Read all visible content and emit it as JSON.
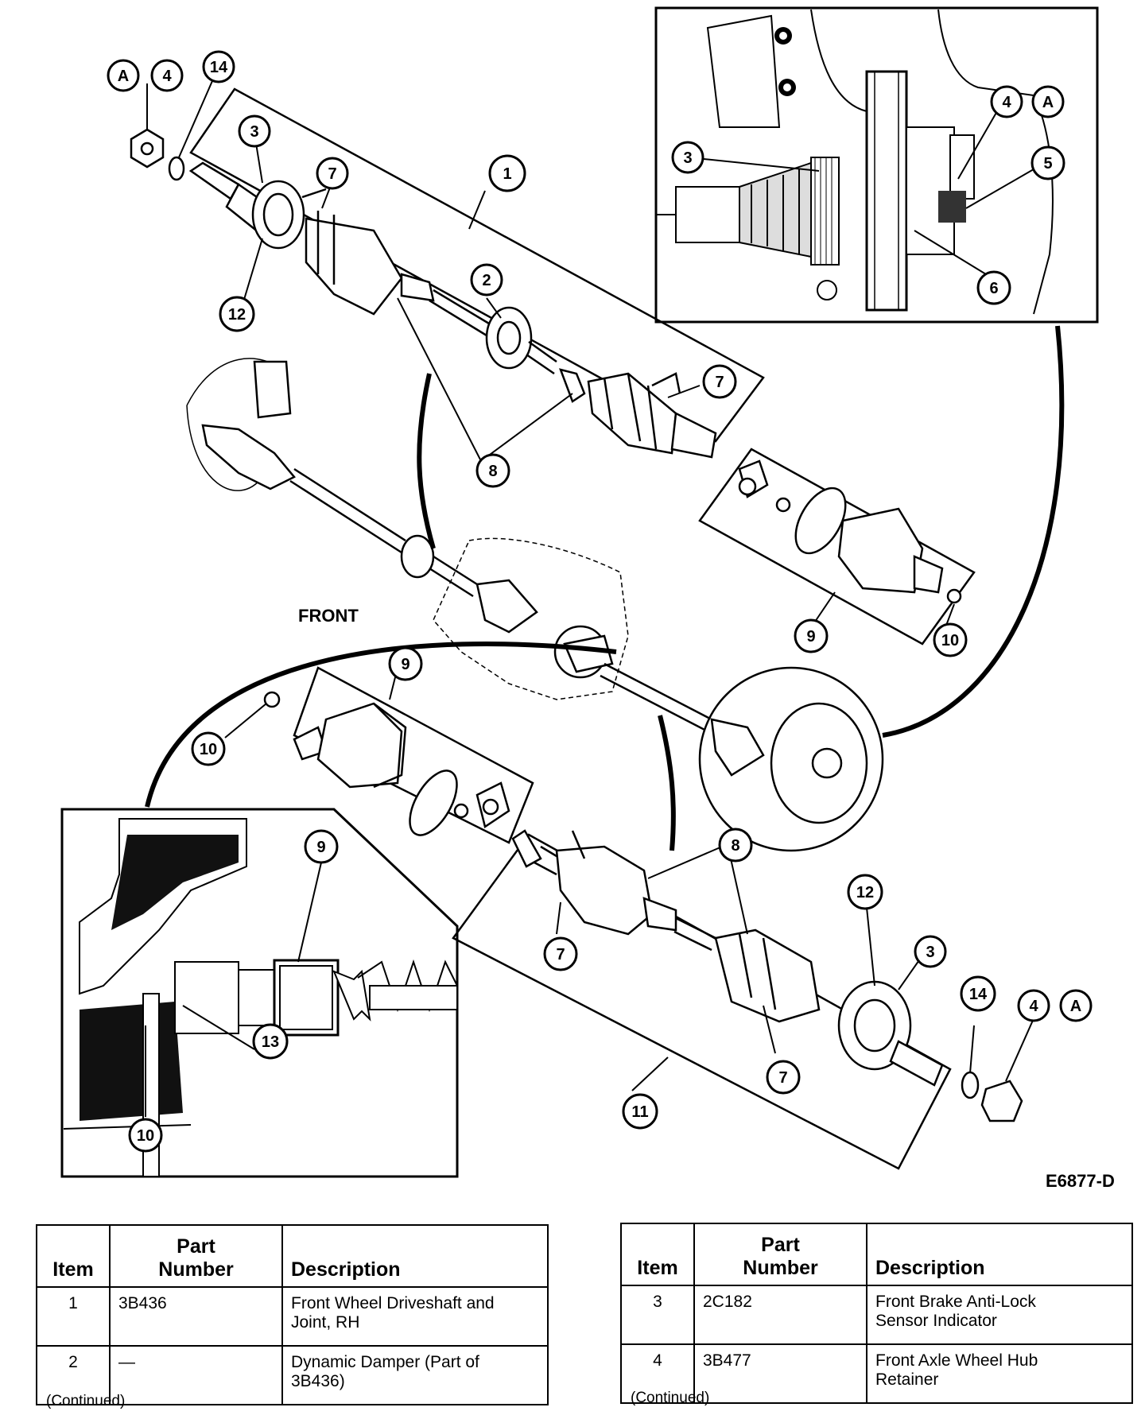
{
  "diagram": {
    "label_front": "FRONT",
    "figure_code": "E6877-D",
    "callouts": [
      {
        "id": "c-A-1",
        "text": "A"
      },
      {
        "id": "c-4-1",
        "text": "4"
      },
      {
        "id": "c-14-1",
        "text": "14"
      },
      {
        "id": "c-3-1",
        "text": "3"
      },
      {
        "id": "c-7-1",
        "text": "7"
      },
      {
        "id": "c-1-1",
        "text": "1"
      },
      {
        "id": "c-12-1",
        "text": "12"
      },
      {
        "id": "c-2-1",
        "text": "2"
      },
      {
        "id": "c-7-2",
        "text": "7"
      },
      {
        "id": "c-8-1",
        "text": "8"
      },
      {
        "id": "c-9-1",
        "text": "9"
      },
      {
        "id": "c-10-1",
        "text": "10"
      },
      {
        "id": "c-9-2",
        "text": "9"
      },
      {
        "id": "c-10-2",
        "text": "10"
      },
      {
        "id": "c-8-2",
        "text": "8"
      },
      {
        "id": "c-12-2",
        "text": "12"
      },
      {
        "id": "c-3-2",
        "text": "3"
      },
      {
        "id": "c-7-3",
        "text": "7"
      },
      {
        "id": "c-14-2",
        "text": "14"
      },
      {
        "id": "c-4-2",
        "text": "4"
      },
      {
        "id": "c-A-2",
        "text": "A"
      },
      {
        "id": "c-7-4",
        "text": "7"
      },
      {
        "id": "c-11-1",
        "text": "11"
      },
      {
        "id": "c-9-3",
        "text": "9"
      },
      {
        "id": "c-13-1",
        "text": "13"
      },
      {
        "id": "c-10-3",
        "text": "10"
      },
      {
        "id": "c-3-3",
        "text": "3"
      },
      {
        "id": "c-4-3",
        "text": "4"
      },
      {
        "id": "c-A-3",
        "text": "A"
      },
      {
        "id": "c-5-1",
        "text": "5"
      },
      {
        "id": "c-6-1",
        "text": "6"
      }
    ]
  },
  "tables": [
    {
      "headers": {
        "item": "Item",
        "part_line1": "Part",
        "part_line2": "Number",
        "description": "Description"
      },
      "rows": [
        {
          "item": "1",
          "part": "3B436",
          "desc_line1": "Front Wheel Driveshaft and",
          "desc_line2": "Joint, RH"
        },
        {
          "item": "2",
          "part": "—",
          "desc_line1": "Dynamic Damper (Part of",
          "desc_line2": "3B436)"
        }
      ],
      "continued": "(Continued)"
    },
    {
      "headers": {
        "item": "Item",
        "part_line1": "Part",
        "part_line2": "Number",
        "description": "Description"
      },
      "rows": [
        {
          "item": "3",
          "part": "2C182",
          "desc_line1": "Front Brake Anti-Lock",
          "desc_line2": "Sensor Indicator"
        },
        {
          "item": "4",
          "part": "3B477",
          "desc_line1": "Front Axle Wheel Hub",
          "desc_line2": "Retainer"
        }
      ],
      "continued": "(Continued)"
    }
  ]
}
